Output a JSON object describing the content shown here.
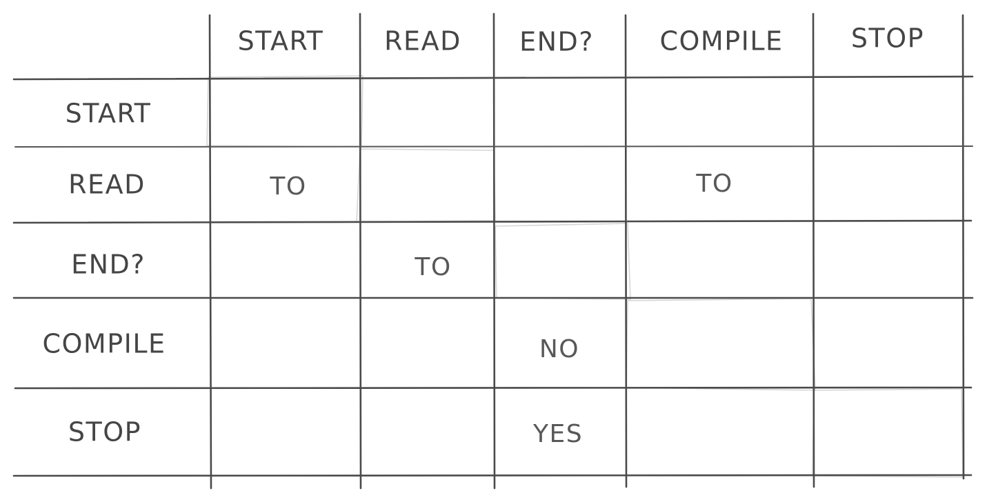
{
  "matrix": {
    "columns": [
      "START",
      "READ",
      "END?",
      "COMPILE",
      "STOP"
    ],
    "rows": [
      {
        "label": "START",
        "cells": [
          "",
          "",
          "",
          "",
          ""
        ]
      },
      {
        "label": "READ",
        "cells": [
          "TO",
          "",
          "",
          "TO",
          ""
        ]
      },
      {
        "label": "END?",
        "cells": [
          "",
          "TO",
          "",
          "",
          ""
        ]
      },
      {
        "label": "COMPILE",
        "cells": [
          "",
          "",
          "NO",
          "",
          ""
        ]
      },
      {
        "label": "STOP",
        "cells": [
          "",
          "",
          "YES",
          "",
          ""
        ]
      }
    ]
  },
  "colors": {
    "ink": "#4a4a4a",
    "diagonal_highlight": "#d6d6d6"
  }
}
